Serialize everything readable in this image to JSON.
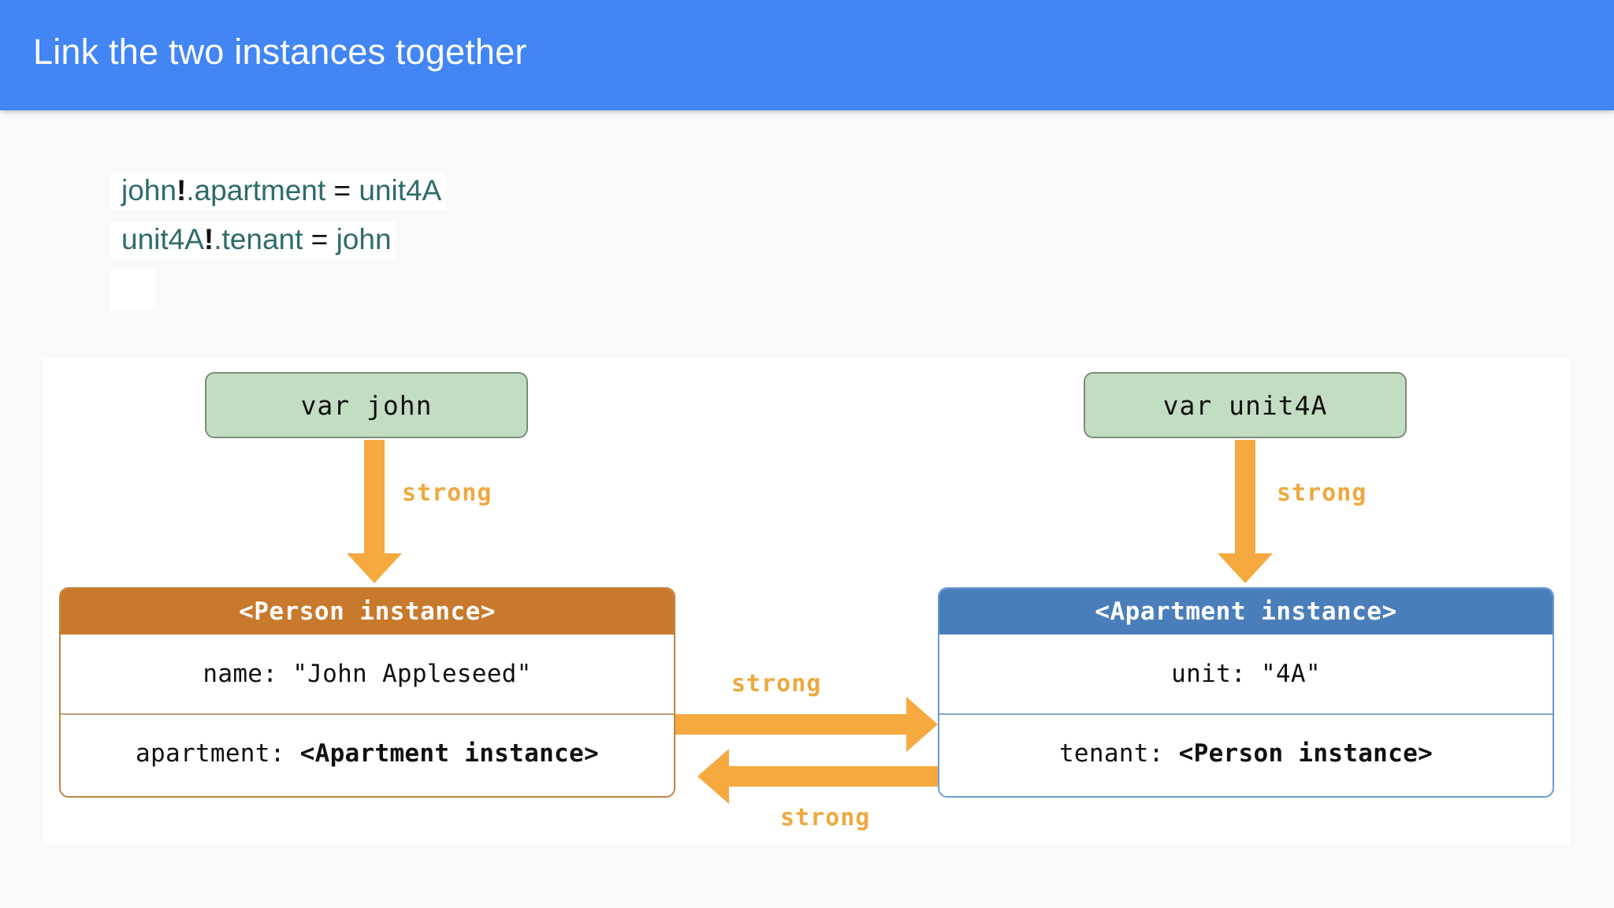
{
  "header": {
    "title": "Link the two instances together",
    "background_color": "#4285f4",
    "text_color": "#ffffff"
  },
  "page": {
    "background_color": "#faf8fb"
  },
  "code": {
    "lines": [
      {
        "id": "line-1",
        "identifier": "john",
        "bang": "!",
        "property": ".apartment",
        "operator": " = ",
        "value": "unit4A"
      },
      {
        "id": "line-2",
        "identifier": "unit4A",
        "bang": "!",
        "property": ".tenant",
        "operator": " = ",
        "value": "john"
      },
      {
        "id": "line-3",
        "identifier": "",
        "bang": "",
        "property": "",
        "operator": "",
        "value": ""
      }
    ],
    "text_color": "#2e6b6b",
    "punct_color": "#111111",
    "highlight_color": "#ffffff"
  },
  "diagram": {
    "panel_background": "#ffffff",
    "var_boxes": [
      {
        "label": "var john",
        "fill": "#c3ddc3",
        "border": "#7d8c7d"
      },
      {
        "label": "var unit4A",
        "fill": "#c3ddc3",
        "border": "#7d8c7d"
      }
    ],
    "person_instance": {
      "header": "<Person instance>",
      "header_color": "#c8792c",
      "border_color": "#c08442",
      "rows": [
        {
          "key": "name: ",
          "value": "\"John Appleseed\"",
          "bold": false
        },
        {
          "key": "apartment: ",
          "value": "<Apartment instance>",
          "bold": true
        }
      ]
    },
    "apartment_instance": {
      "header": "<Apartment instance>",
      "header_color": "#4a7ebb",
      "border_color": "#6b9bd2",
      "rows": [
        {
          "key": "unit: ",
          "value": "\"4A\"",
          "bold": false
        },
        {
          "key": "tenant: ",
          "value": "<Person instance>",
          "bold": true
        }
      ]
    },
    "arrows": {
      "color": "#f5a93f",
      "label_color": "#eda93f",
      "items": [
        {
          "name": "john-to-person",
          "label": "strong",
          "direction": "down"
        },
        {
          "name": "unit4a-to-apartment",
          "label": "strong",
          "direction": "down"
        },
        {
          "name": "person-to-apartment",
          "label": "strong",
          "direction": "right"
        },
        {
          "name": "apartment-to-person",
          "label": "strong",
          "direction": "left"
        }
      ]
    }
  }
}
